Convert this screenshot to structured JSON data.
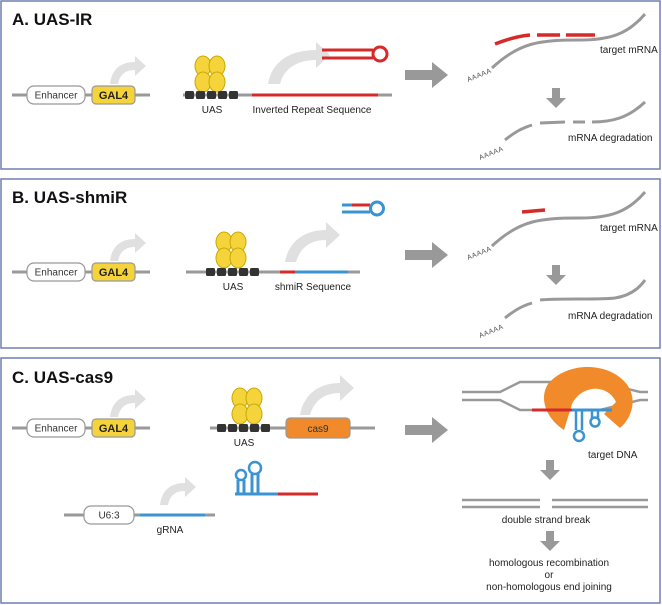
{
  "panels": [
    {
      "title": "A. UAS-IR",
      "enhancer": "Enhancer",
      "driver": "GAL4",
      "uas": "UAS",
      "construct": "Inverted Repeat Sequence",
      "poly_a_top": "AAAAA",
      "poly_a_bottom": "AAAAA",
      "target": "target mRNA",
      "result": "mRNA degradation"
    },
    {
      "title": "B. UAS-shmiR",
      "enhancer": "Enhancer",
      "driver": "GAL4",
      "uas": "UAS",
      "construct": "shmiR Sequence",
      "poly_a_top": "AAAAA",
      "poly_a_bottom": "AAAAA",
      "target": "target mRNA",
      "result": "mRNA degradation"
    },
    {
      "title": "C. UAS-cas9",
      "enhancer": "Enhancer",
      "driver": "GAL4",
      "uas": "UAS",
      "gene": "cas9",
      "promoter": "U6:3",
      "guide": "gRNA",
      "target": "target DNA",
      "break": "double strand break",
      "outcome_1": "homologous recombination",
      "outcome_or": "or",
      "outcome_2": "non-homologous end joining"
    }
  ],
  "colors": {
    "frame": "#6f7fb0",
    "gal4": "#f5d43b",
    "cas9": "#f08a2a",
    "red": "#d62a2a",
    "blue": "#3b94d1",
    "gray": "#9a9a9a",
    "arrow_light": "#e0e0e0"
  }
}
